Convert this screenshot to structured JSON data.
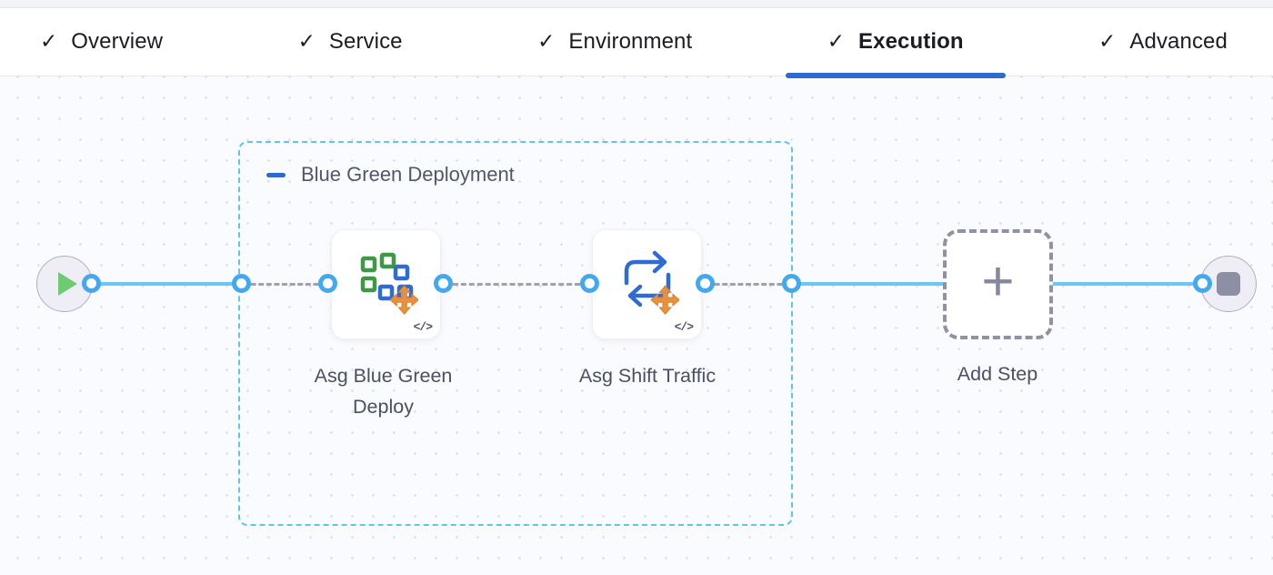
{
  "tabs": [
    {
      "label": "Overview",
      "completed": true,
      "active": false
    },
    {
      "label": "Service",
      "completed": true,
      "active": false
    },
    {
      "label": "Environment",
      "completed": true,
      "active": false
    },
    {
      "label": "Execution",
      "completed": true,
      "active": true
    },
    {
      "label": "Advanced",
      "completed": true,
      "active": false
    }
  ],
  "icons": {
    "check": "✓",
    "plus": "+",
    "code": "</>",
    "start": "play-icon",
    "end": "stop-icon",
    "step1": "asg-blue-green-deploy-icon",
    "step2": "asg-shift-traffic-icon"
  },
  "pipeline": {
    "group_label": "Blue Green Deployment",
    "steps": [
      {
        "name": "Asg Blue Green Deploy"
      },
      {
        "name": "Asg Shift Traffic"
      }
    ],
    "add_step_label": "Add Step"
  },
  "colors": {
    "active_tab_underline": "#2e6ad1",
    "flow_line": "#6cc8f2",
    "port_ring": "#41a9ef",
    "group_border": "#5ec5ec",
    "dashed_connector": "#9fa0b2",
    "icon_green": "#3f9944",
    "icon_blue": "#2f6bd3",
    "icon_orange": "#e8913d"
  }
}
